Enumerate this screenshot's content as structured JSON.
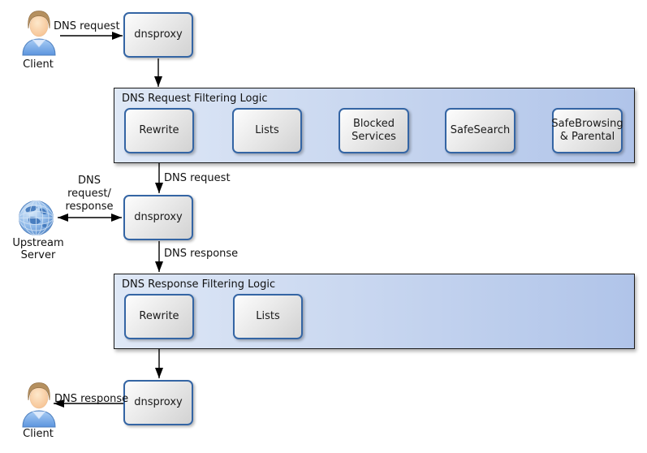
{
  "diagram": {
    "actors": {
      "client_top": "Client",
      "upstream_server": "Upstream Server",
      "client_bottom": "Client"
    },
    "proxies": {
      "top": "dnsproxy",
      "middle": "dnsproxy",
      "bottom": "dnsproxy"
    },
    "request_pipeline": {
      "title": "DNS Request Filtering Logic",
      "steps": [
        "Rewrite",
        "Lists",
        "Blocked Services",
        "SafeSearch",
        "SafeBrowsing & Parental"
      ]
    },
    "response_pipeline": {
      "title": "DNS Response Filtering Logic",
      "steps": [
        "Rewrite",
        "Lists"
      ]
    },
    "edge_labels": {
      "client_to_proxy": "DNS request",
      "pipeline_to_proxy": "DNS request",
      "upstream_exchange": "DNS request/ response",
      "proxy_to_response_pipeline": "DNS response",
      "proxy_to_client": "DNS response"
    },
    "colors": {
      "node_border": "#3465a4",
      "node_fill_start": "#fdfdfd",
      "node_fill_end": "#d2d2d2",
      "container_fill_start": "#dfe8f6",
      "container_fill_end": "#b0c4e9",
      "arrow": "#000000"
    }
  }
}
